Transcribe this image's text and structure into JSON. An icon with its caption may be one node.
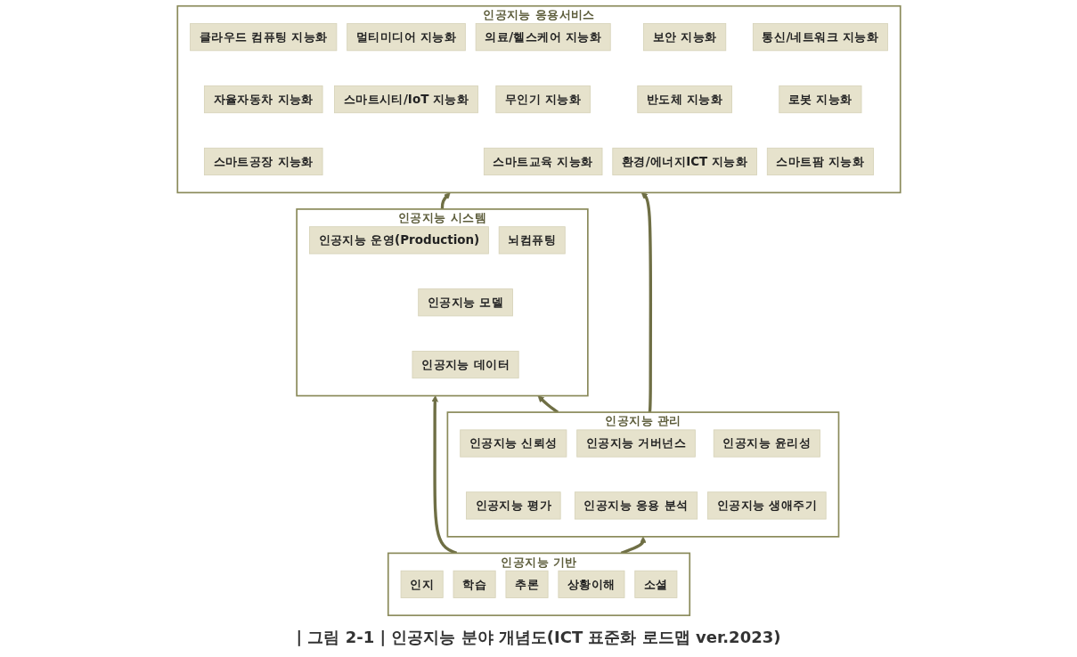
{
  "diagram": {
    "caption": "| 그림 2-1 | 인공지능 분야 개념도(ICT 표준화 로드맵 ver.2023)",
    "nodes": [
      {
        "text": [
          "인공지능 응용서비스"
        ]
      },
      {
        "text": [
          "클라우드 컴퓨팅 지능화"
        ],
        "in": 0
      },
      {
        "text": [
          "통신/네트워크 지능화"
        ],
        "in": 0
      },
      {
        "text": [
          "보안 지능화"
        ],
        "in": 0
      },
      {
        "text": [
          "의료/헬스케어 지능화"
        ],
        "in": 0
      },
      {
        "text": [
          "멀티미디어 지능화"
        ],
        "in": 0
      },
      {
        "text": [
          "자율자동차 지능화"
        ],
        "in": 0
      },
      {
        "text": [
          "로봇 지능화"
        ],
        "in": 0
      },
      {
        "text": [
          "반도체 지능화"
        ],
        "in": 0
      },
      {
        "text": [
          "무인기 지능화"
        ],
        "in": 0
      },
      {
        "text": [
          "스마트시티/IoT 지능화"
        ],
        "in": 0
      },
      {
        "text": [
          "스마트공장 지능화"
        ],
        "in": 0
      },
      {
        "text": [
          "스마트팜 지능화"
        ],
        "in": 0
      },
      {
        "text": [
          "환경/에너지ICT 지능화"
        ],
        "in": 0
      },
      {
        "text": [
          "스마트교육 지능화"
        ],
        "in": 0
      },
      {
        "text": [
          "인공지능 관리"
        ]
      },
      {
        "text": [
          "인공지능 신뢰성"
        ],
        "in": 15
      },
      {
        "text": [
          "인공지능 윤리성"
        ],
        "in": 15
      },
      {
        "text": [
          "인공지능 거버넌스"
        ],
        "in": 15
      },
      {
        "text": [
          "인공지능 평가"
        ],
        "in": 15
      },
      {
        "text": [
          "인공지능 생애주기"
        ],
        "in": 15
      },
      {
        "text": [
          "인공지능 응용 분석"
        ],
        "in": 15
      },
      {
        "text": [
          "인공지능 시스템"
        ]
      },
      {
        "text": [
          "인공지능 운영(Production)"
        ],
        "in": 22
      },
      {
        "text": [
          "뇌컴퓨팅"
        ],
        "in": 22
      },
      {
        "text": [
          "인공지능 모델"
        ],
        "in": 22
      },
      {
        "text": [
          "인공지능 데이터"
        ],
        "in": 22
      },
      {
        "text": [
          "인공지능 기반"
        ]
      },
      {
        "text": [
          "인지"
        ],
        "in": 27
      },
      {
        "text": [
          "학습"
        ],
        "in": 27
      },
      {
        "text": [
          "추론"
        ],
        "in": 27
      },
      {
        "text": [
          "상황이해"
        ],
        "in": 27
      },
      {
        "text": [
          "소셜"
        ],
        "in": 27
      }
    ],
    "edges": [
      {
        "from": 22,
        "to": 0,
        "arrow": "to"
      },
      {
        "from": 27,
        "to": 22,
        "arrow": "to"
      },
      {
        "from": 27,
        "to": 15,
        "arrow": "to"
      },
      {
        "from": 15,
        "to": 0,
        "arrow": "to"
      },
      {
        "from": 15,
        "to": 22,
        "arrow": "to"
      }
    ]
  }
}
